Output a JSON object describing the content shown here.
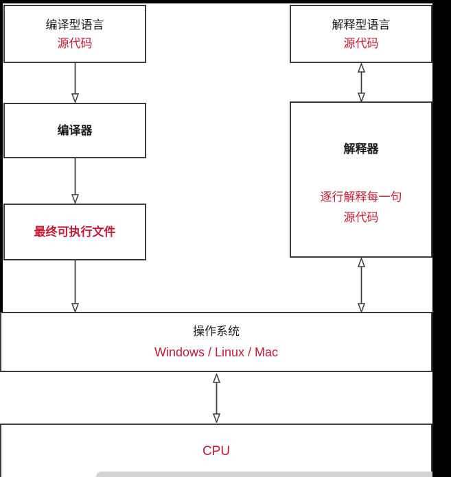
{
  "page": {
    "background_color": "#000000",
    "canvas_color": "#ffffff",
    "box_border_color": "#3a3a3a",
    "accent_red": "#c41a33"
  },
  "flowchart": {
    "compiled_branch": {
      "source_box": {
        "title": "编译型语言",
        "subtitle": "源代码"
      },
      "compiler_box": {
        "label": "编译器"
      },
      "executable_box": {
        "label": "最终可执行文件"
      }
    },
    "interpreted_branch": {
      "source_box": {
        "title": "解释型语言",
        "subtitle": "源代码"
      },
      "interpreter_box": {
        "label": "解释器",
        "note_line1": "逐行解释每一句",
        "note_line2": "源代码"
      }
    },
    "os_box": {
      "label": "操作系统",
      "sublabel": "Windows / Linux / Mac"
    },
    "cpu_box": {
      "label": "CPU"
    }
  }
}
